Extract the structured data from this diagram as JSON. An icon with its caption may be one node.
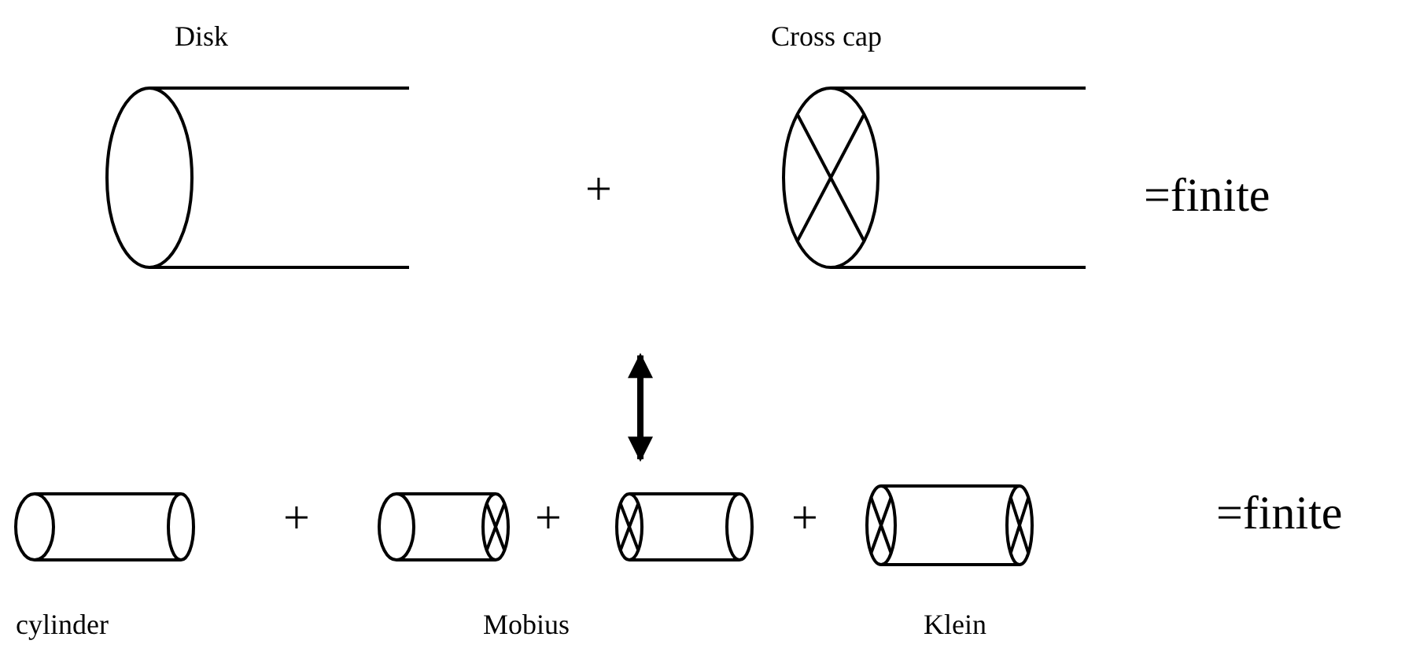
{
  "diagram": {
    "labels": [
      "Disk",
      "Cross cap",
      "+",
      "=finite",
      "+",
      "+",
      "+",
      "=finite",
      "cylinder",
      "Mobius",
      "Klein"
    ]
  }
}
